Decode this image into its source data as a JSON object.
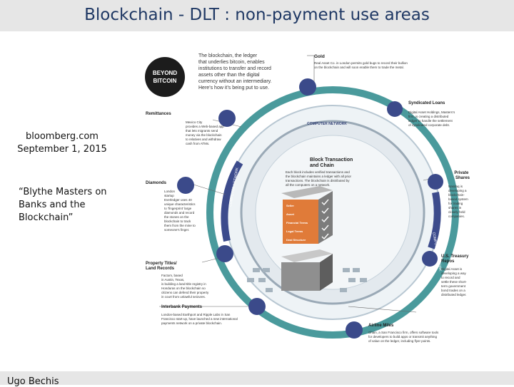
{
  "slide": {
    "title": "Blockchain - DLT : non-payment use areas",
    "source_line1": "bloomberg.com",
    "source_line2": "September 1, 2015",
    "quote_lines": [
      "“Blythe Masters on",
      "Banks and the",
      "Blockchain”"
    ],
    "author": "Ugo Bechis"
  },
  "infographic": {
    "badge": [
      "BEYOND",
      "BITCOIN"
    ],
    "intro": [
      "The blockchain, the ledger",
      "that underlies bitcoin, enables",
      "institutions to transfer and record",
      "assets other than the digital",
      "currency without an intermediary.",
      "Here’s how it’s being put to use."
    ],
    "center_heading": [
      "Block Transaction",
      "and Chain"
    ],
    "center_body": [
      "Each block includes verified transactions and",
      "the blockchain maintains a ledger with all prior",
      "transactions. The blockchain is distributed by",
      "all the computers on a network."
    ],
    "ring_label": "COMPUTER NETWORK",
    "outer_ring_left": "COMPUTER NETWORK",
    "outer_ring_right": "COMPUTER NETWORK",
    "block_rows": [
      "Seller",
      "Asset",
      "Financial Terms",
      "Legal Terms",
      "Deal Structure"
    ],
    "categories": {
      "gold": {
        "title": "Gold",
        "body": [
          "Real Asset Co. in London permits gold bugs to record their bullion",
          "on the blockchain and will soon enable them to trade the metal."
        ]
      },
      "loans": {
        "title": "Syndicated Loans",
        "body": [
          "Digital Asset Holdings, Masters’s",
          "firm, is creating a distributed",
          "ledger to handle the settlement",
          "of syndicated corporate debt."
        ]
      },
      "shares": {
        "title": [
          "Private",
          "Shares"
        ],
        "body": [
          "Nasdaq is",
          "developing a",
          "blockchain-",
          "based system",
          "for trading",
          "shares in",
          "closely held",
          "companies."
        ]
      },
      "repos": {
        "title": [
          "U.S. Treasury",
          "Repos"
        ],
        "body": [
          "Digital Asset is",
          "developing a way",
          "to record and",
          "settle these short-",
          "term government",
          "bond trades on a",
          "distributed ledger."
        ]
      },
      "airline": {
        "title": "Airline Miles",
        "body": [
          "Chain, a San Francisco firm, offers software tools",
          "for developers to build apps or transmit anything",
          "of value on the ledger, including flyer points."
        ]
      },
      "interbank": {
        "title": "Interbank Payments",
        "body": [
          "London-based Earthport and Ripple Labs in San",
          "Francisco start-up, have launched a new international",
          "payments network on a private blockchain."
        ]
      },
      "property": {
        "title": [
          "Property Titles/",
          "Land Records"
        ],
        "body": [
          "Factom, based",
          "in Austin, Texas,",
          "is building a land-title registry in",
          "Honduras on the blockchain so",
          "citizens can defend their property",
          "in court from unlawful seizures."
        ]
      },
      "diamonds": {
        "title": "Diamonds",
        "body": [
          "London",
          "startup",
          "Everledger uses 40",
          "unique characteristics",
          "to ‘fingerprint’ large",
          "diamonds and record",
          "the stones on the",
          "blockchain to track",
          "them from the mine to",
          "someone’s finger."
        ]
      },
      "remittances": {
        "title": "Remittances",
        "body": [
          "Mexico City",
          "provides a Web-based app",
          "that lets migrants send",
          "money via the blockchain",
          "to relatives and withdraw",
          "cash from ATMs."
        ]
      }
    }
  }
}
